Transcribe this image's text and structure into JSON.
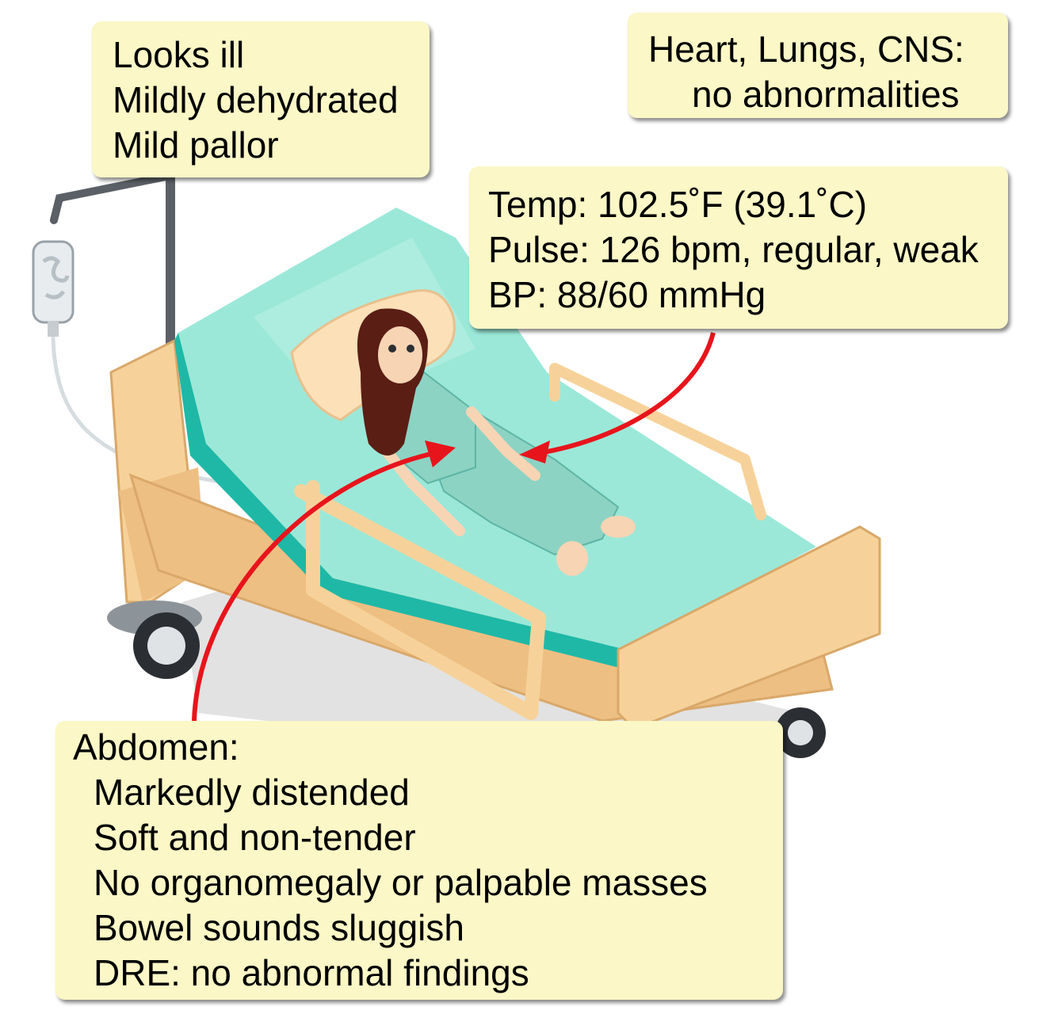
{
  "notes": {
    "general": {
      "lines": [
        "Looks ill",
        "Mildly dehydrated",
        "Mild pallor"
      ]
    },
    "systems": {
      "lines": [
        "Heart, Lungs, CNS:",
        "no abnormalities"
      ]
    },
    "vitals": {
      "lines": [
        "Temp: 102.5˚F (39.1˚C)",
        "Pulse: 126 bpm, regular, weak",
        "BP: 88/60 mmHg"
      ]
    },
    "abdomen": {
      "heading": "Abdomen:",
      "lines": [
        "Markedly distended",
        "Soft and non-tender",
        "No organomegaly or palpable masses",
        "Bowel sounds sluggish",
        "DRE: no abnormal findings"
      ]
    }
  },
  "colors": {
    "note_bg": "#fbf7c6",
    "arrow": "#e8141c",
    "sheet": "#9be8d8",
    "sheet_edge": "#1fb8a6",
    "bed_frame": "#f6d29a",
    "hair": "#5a1e14",
    "gown": "#8cd3c4",
    "skin": "#f7d4b4"
  },
  "icons": [
    "iv-drip-bag",
    "hospital-bed",
    "patient-girl",
    "pillow",
    "bed-wheel"
  ]
}
